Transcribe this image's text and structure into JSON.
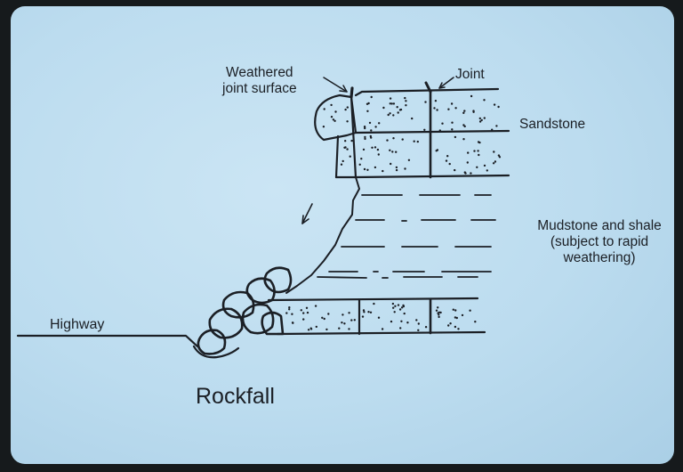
{
  "labels": {
    "weathered_line1": "Weathered",
    "weathered_line2": "joint surface",
    "joint": "Joint",
    "sandstone": "Sandstone",
    "mudstone_line1": "Mudstone and shale",
    "mudstone_line2": "(subject to rapid",
    "mudstone_line3": "weathering)",
    "highway": "Highway",
    "rockfall": "Rockfall"
  },
  "colors": {
    "background": "#bcdcef",
    "ink": "#1b1f25",
    "frame": "#161a1c"
  }
}
